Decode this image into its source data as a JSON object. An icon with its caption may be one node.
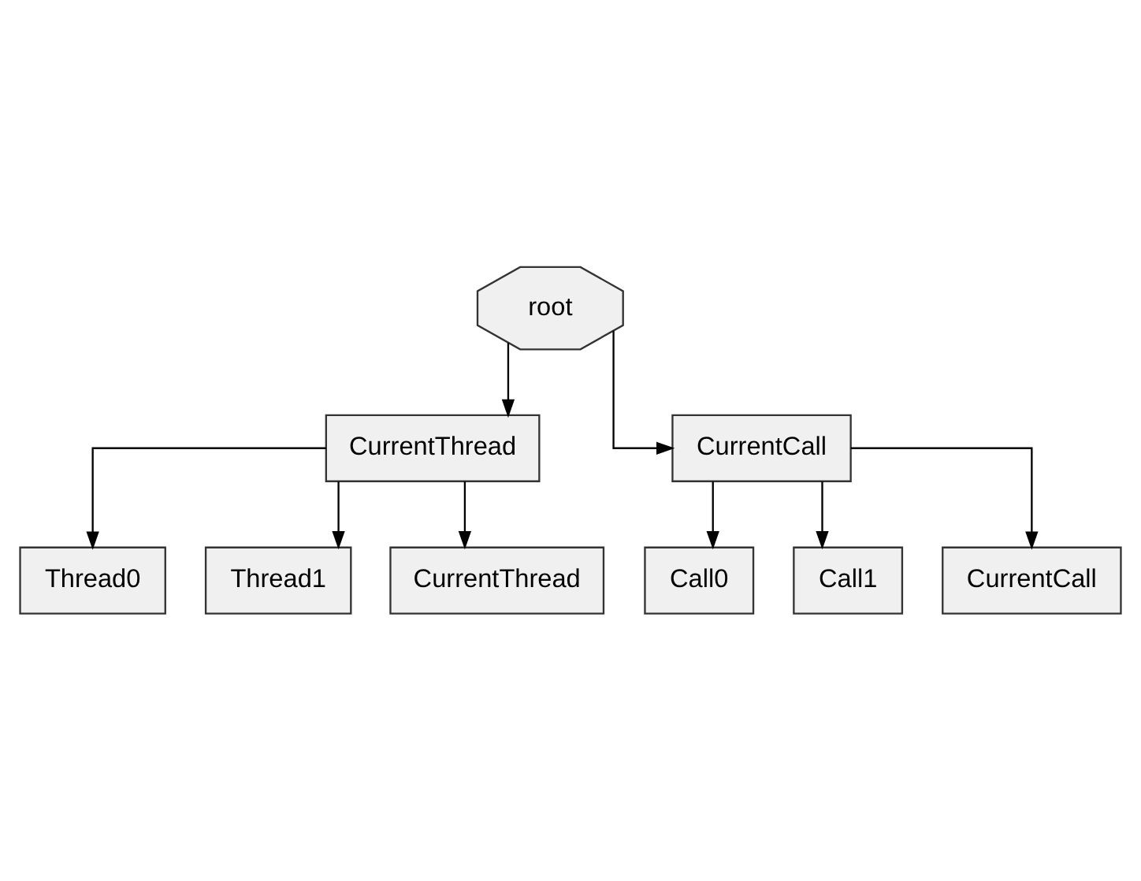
{
  "diagram": {
    "nodes": [
      {
        "text": [
          "root"
        ]
      },
      {
        "text": [
          "CurrentThread"
        ]
      },
      {
        "text": [
          "CurrentCall"
        ]
      },
      {
        "text": [
          "Thread0"
        ]
      },
      {
        "text": [
          "Thread1"
        ]
      },
      {
        "text": [
          "CurrentThread"
        ]
      },
      {
        "text": [
          "Call0"
        ]
      },
      {
        "text": [
          "Call1"
        ]
      },
      {
        "text": [
          "CurrentCall"
        ]
      }
    ],
    "edges": [
      {
        "from": 0,
        "to": 1,
        "arrow": "to"
      },
      {
        "from": 0,
        "to": 2,
        "arrow": "to"
      },
      {
        "from": 1,
        "to": 3,
        "arrow": "to"
      },
      {
        "from": 1,
        "to": 4,
        "arrow": "to"
      },
      {
        "from": 1,
        "to": 5,
        "arrow": "to"
      },
      {
        "from": 2,
        "to": 6,
        "arrow": "to"
      },
      {
        "from": 2,
        "to": 7,
        "arrow": "to"
      },
      {
        "from": 2,
        "to": 8,
        "arrow": "to"
      }
    ]
  }
}
